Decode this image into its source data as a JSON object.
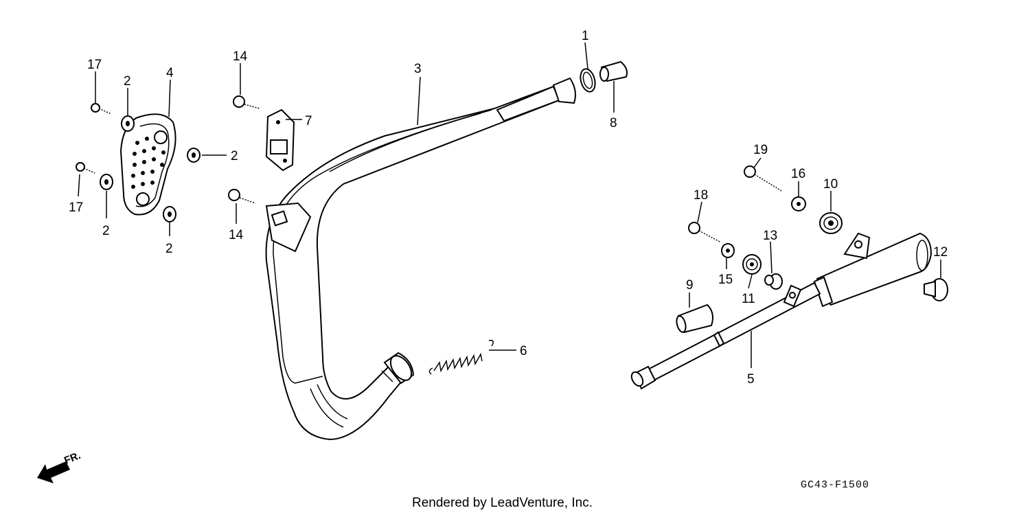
{
  "diagram": {
    "callouts": [
      "1",
      "2",
      "2",
      "2",
      "2",
      "3",
      "4",
      "5",
      "6",
      "7",
      "8",
      "9",
      "10",
      "11",
      "12",
      "13",
      "14",
      "14",
      "15",
      "16",
      "17",
      "17",
      "18",
      "19"
    ],
    "part_code": "GC43-F1500",
    "direction_label": "FR.",
    "footer": "Rendered by LeadVenture, Inc."
  }
}
